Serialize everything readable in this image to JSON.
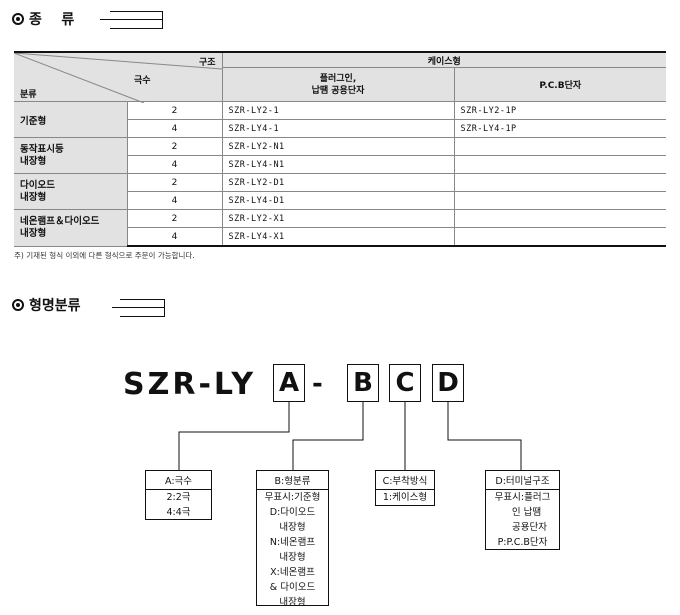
{
  "sections": {
    "types_title": "종    류",
    "model_title": "형명분류"
  },
  "table": {
    "header": {
      "structure": "구조",
      "poles": "극수",
      "category": "분류",
      "case_type": "케이스형",
      "col_plugin": "플러그인,\n납땜 공용단자",
      "col_pcb": "P.C.B단자"
    },
    "groups": [
      {
        "name": "기준형",
        "rows": [
          {
            "pole": "2",
            "plugin": "SZR-LY2-1",
            "pcb": "SZR-LY2-1P"
          },
          {
            "pole": "4",
            "plugin": "SZR-LY4-1",
            "pcb": "SZR-LY4-1P"
          }
        ]
      },
      {
        "name": "동작표시등\n내장형",
        "rows": [
          {
            "pole": "2",
            "plugin": "SZR-LY2-N1",
            "pcb": ""
          },
          {
            "pole": "4",
            "plugin": "SZR-LY4-N1",
            "pcb": ""
          }
        ]
      },
      {
        "name": "다이오드\n내장형",
        "rows": [
          {
            "pole": "2",
            "plugin": "SZR-LY2-D1",
            "pcb": ""
          },
          {
            "pole": "4",
            "plugin": "SZR-LY4-D1",
            "pcb": ""
          }
        ]
      },
      {
        "name": "네온램프＆다이오드\n내장형",
        "rows": [
          {
            "pole": "2",
            "plugin": "SZR-LY2-X1",
            "pcb": ""
          },
          {
            "pole": "4",
            "plugin": "SZR-LY4-X1",
            "pcb": ""
          }
        ]
      }
    ],
    "note": "주) 기재된 형식 이외에 다른 형식으로 주문이 가능합니다."
  },
  "model": {
    "prefix": "SZR-LY",
    "dash": "-",
    "A": "A",
    "B": "B",
    "C": "C",
    "D": "D"
  },
  "keys": {
    "A": {
      "title": "A:극수",
      "items": [
        "2:2극",
        "4:4극"
      ]
    },
    "B": {
      "title": "B:형분류",
      "items": [
        "무표시:기준형",
        "D:다이오드",
        "내장형",
        "N:네온램프",
        "내장형",
        "X:네온램프",
        "& 다이오드",
        "내장형"
      ]
    },
    "C": {
      "title": "C:부착방식",
      "items": [
        "1:케이스형"
      ]
    },
    "D": {
      "title": "D:터미널구조",
      "items": [
        "무표시:플러그",
        "인 납땜",
        "공용단자",
        "P:P.C.B단자"
      ]
    }
  }
}
